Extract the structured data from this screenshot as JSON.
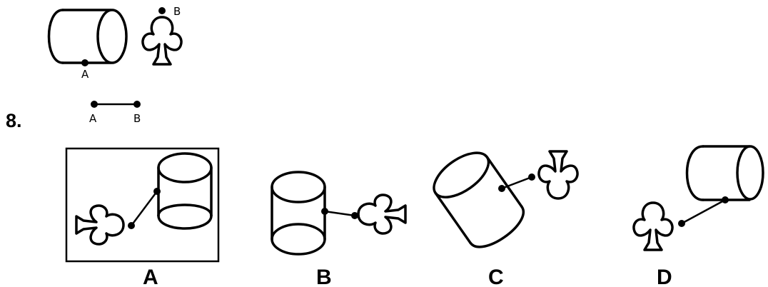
{
  "question": {
    "number": "8.",
    "point_a": "A",
    "point_b": "B",
    "rule_a": "A",
    "rule_b": "B"
  },
  "options": [
    {
      "letter": "A",
      "selected": true
    },
    {
      "letter": "B",
      "selected": false
    },
    {
      "letter": "C",
      "selected": false
    },
    {
      "letter": "D",
      "selected": false
    }
  ]
}
